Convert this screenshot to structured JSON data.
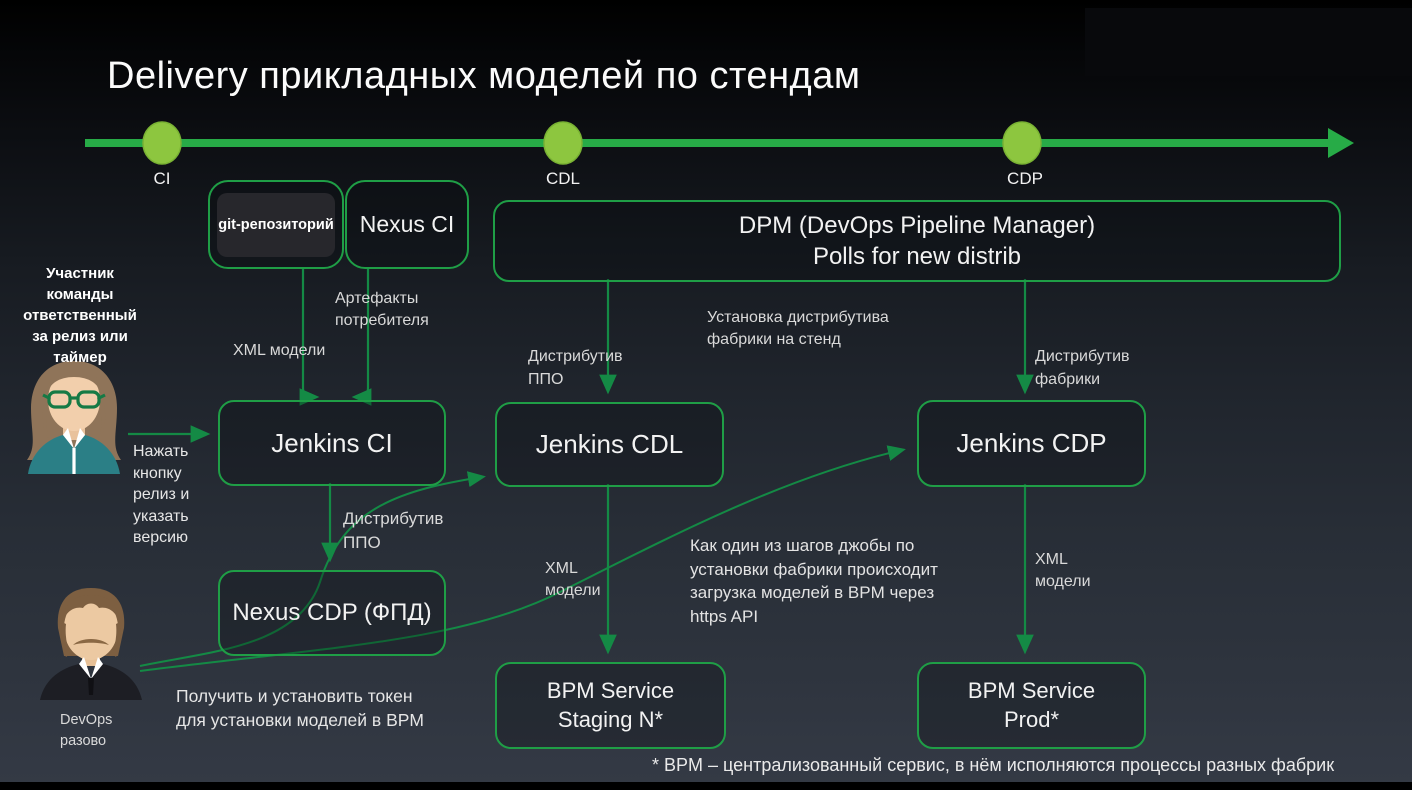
{
  "colors": {
    "accent_green_border": "#1f9e46",
    "connector_green": "#148a45",
    "timeline_green": "#27ab47",
    "timeline_dot_green": "#8dc63f",
    "background_dark": "#20252d"
  },
  "title": "Delivery прикладных моделей по стендам",
  "timeline": {
    "stages": [
      {
        "label": "CI"
      },
      {
        "label": "CDL"
      },
      {
        "label": "CDP"
      }
    ]
  },
  "nodes": {
    "git": {
      "label": "git-репозиторий"
    },
    "nexus_ci": {
      "label": "Nexus CI"
    },
    "dpm": {
      "line1": "DPM (DevOps Pipeline Manager)",
      "line2": "Polls for new distrib"
    },
    "jenkins_ci": {
      "label": "Jenkins CI"
    },
    "jenkins_cdl": {
      "label": "Jenkins CDL"
    },
    "jenkins_cdp": {
      "label": "Jenkins CDP"
    },
    "nexus_cdp": {
      "label": "Nexus CDP (ФПД)"
    },
    "bpm_staging": {
      "line1": "BPM Service",
      "line2": "Staging N*"
    },
    "bpm_prod": {
      "line1": "BPM Service",
      "line2": "Prod*"
    }
  },
  "actors": {
    "release_member": {
      "label": "Участник команды ответственный за релиз или таймер"
    },
    "devops": {
      "label": "DevOps разово"
    }
  },
  "edge_labels": {
    "xml_models_ci": "XML модели",
    "consumer_artifacts": "Артефакты потребителя",
    "press_release_button": "Нажать кнопку релиз и указать версию",
    "distrib_ppo_to_nexus": "Дистрибутив ППО",
    "distrib_ppo_to_cdl": "Дистрибутив ППО",
    "install_factory_distrib": "Установка дистрибутива фабрики на стенд",
    "distrib_factory": "Дистрибутив фабрики",
    "xml_models_cdl": "XML модели",
    "xml_models_cdp": "XML модели"
  },
  "notes": {
    "job_step": "Как один из шагов джобы по установки фабрики происходит загрузка моделей в BPM через https API",
    "token": "Получить и установить токен для установки моделей в BPM",
    "footnote": "* BPM – централизованный сервис, в нём исполняются процессы разных фабрик"
  }
}
